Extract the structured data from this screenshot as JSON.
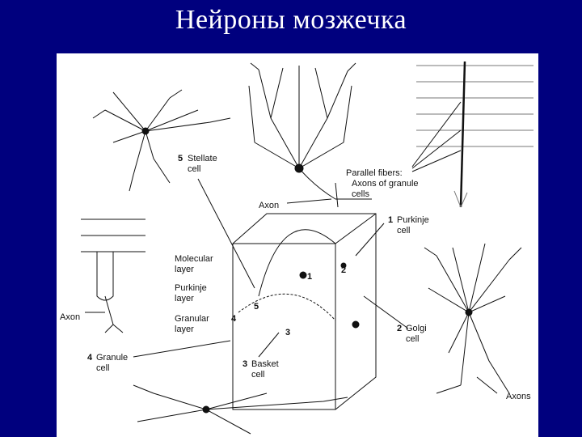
{
  "slide": {
    "title": "Нейроны мозжечка"
  },
  "figure": {
    "labels": {
      "stellate_num": "5",
      "stellate": "Stellate",
      "stellate_2": "cell",
      "axon_top": "Axon",
      "parallel_1": "Parallel fibers:",
      "parallel_2": "Axons of granule",
      "parallel_3": "cells",
      "purkinje_num": "1",
      "purkinje_1": "Purkinje",
      "purkinje_2": "cell",
      "molecular_1": "Molecular",
      "molecular_2": "layer",
      "purkinje_layer_1": "Purkinje",
      "purkinje_layer_2": "layer",
      "granular_1": "Granular",
      "granular_2": "layer",
      "axon_left": "Axon",
      "granule_num": "4",
      "granule_1": "Granule",
      "granule_2": "cell",
      "basket_num": "3",
      "basket_1": "Basket",
      "basket_2": "cell",
      "golgi_num": "2",
      "golgi_1": "Golgi",
      "golgi_2": "cell",
      "axons_right": "Axons",
      "mark_1": "1",
      "mark_2": "2",
      "mark_3": "3",
      "mark_4": "4",
      "mark_5": "5"
    }
  }
}
